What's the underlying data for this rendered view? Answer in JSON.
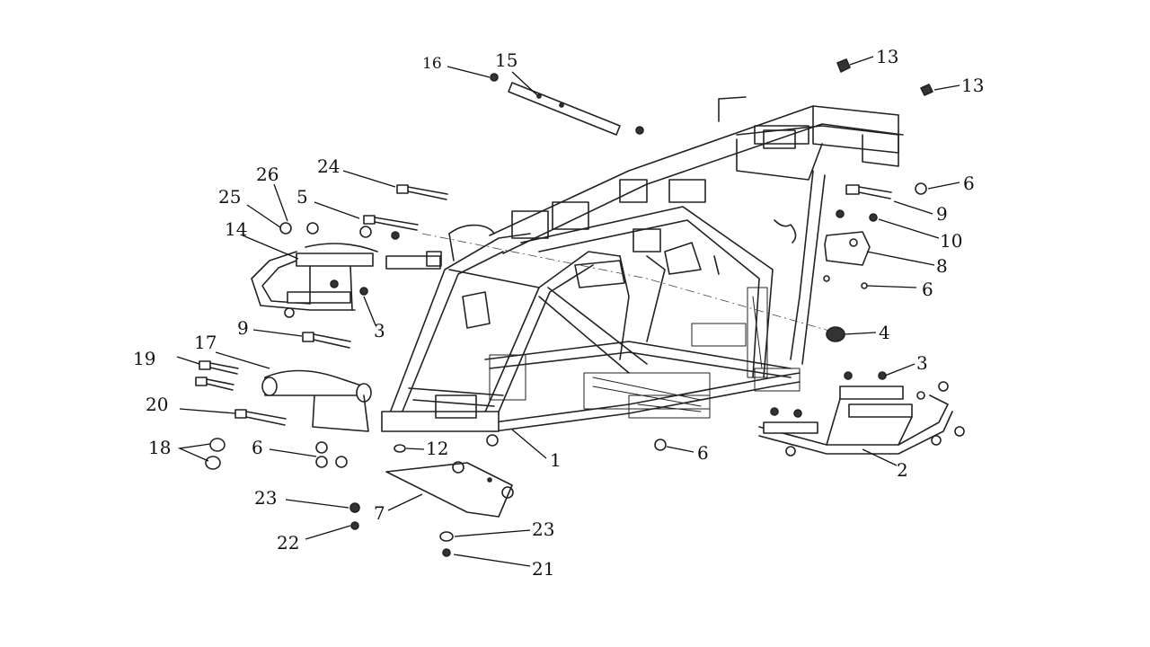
{
  "callouts": [
    {
      "id": "c1",
      "label": "1"
    },
    {
      "id": "c2",
      "label": "2"
    },
    {
      "id": "c3a",
      "label": "3"
    },
    {
      "id": "c3b",
      "label": "3"
    },
    {
      "id": "c4",
      "label": "4"
    },
    {
      "id": "c5",
      "label": "5"
    },
    {
      "id": "c6a",
      "label": "6"
    },
    {
      "id": "c6b",
      "label": "6"
    },
    {
      "id": "c6c",
      "label": "6"
    },
    {
      "id": "c6d",
      "label": "6"
    },
    {
      "id": "c7",
      "label": "7"
    },
    {
      "id": "c8",
      "label": "8"
    },
    {
      "id": "c9a",
      "label": "9"
    },
    {
      "id": "c9b",
      "label": "9"
    },
    {
      "id": "c10",
      "label": "10"
    },
    {
      "id": "c12",
      "label": "12"
    },
    {
      "id": "c13a",
      "label": "13"
    },
    {
      "id": "c13b",
      "label": "13"
    },
    {
      "id": "c14",
      "label": "14"
    },
    {
      "id": "c15",
      "label": "15"
    },
    {
      "id": "c16",
      "label": "16"
    },
    {
      "id": "c17",
      "label": "17"
    },
    {
      "id": "c18",
      "label": "18"
    },
    {
      "id": "c19",
      "label": "19"
    },
    {
      "id": "c20",
      "label": "20"
    },
    {
      "id": "c21",
      "label": "21"
    },
    {
      "id": "c22",
      "label": "22"
    },
    {
      "id": "c23a",
      "label": "23"
    },
    {
      "id": "c23b",
      "label": "23"
    },
    {
      "id": "c24",
      "label": "24"
    },
    {
      "id": "c25",
      "label": "25"
    },
    {
      "id": "c26",
      "label": "26"
    }
  ],
  "colors": {
    "ink": "#222222",
    "background": "#ffffff"
  }
}
